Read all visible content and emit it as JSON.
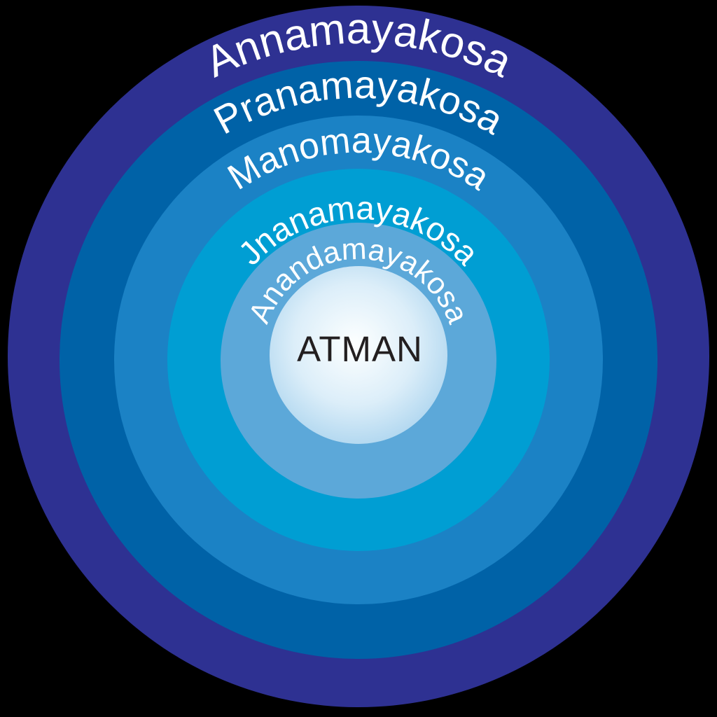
{
  "diagram": {
    "background_color": "#000000",
    "label_color": "#FFFFFF",
    "layers": [
      {
        "label": "Annamayakosa",
        "color": "#2E3192"
      },
      {
        "label": "Pranamayakosa",
        "color": "#0062A7"
      },
      {
        "label": "Manomayakosa",
        "color": "#1B82C5"
      },
      {
        "label": "Jnanamayakosa",
        "color": "#009ED3"
      },
      {
        "label": "Anandamayakosa",
        "color": "#5CA8D9"
      }
    ],
    "center": {
      "label": "ATMAN",
      "text_color": "#231F20",
      "gradient_center_color": "#FDFFFF",
      "gradient_mid_color": "#DCEEF9",
      "gradient_edge_color": "#A9D3EE"
    }
  }
}
